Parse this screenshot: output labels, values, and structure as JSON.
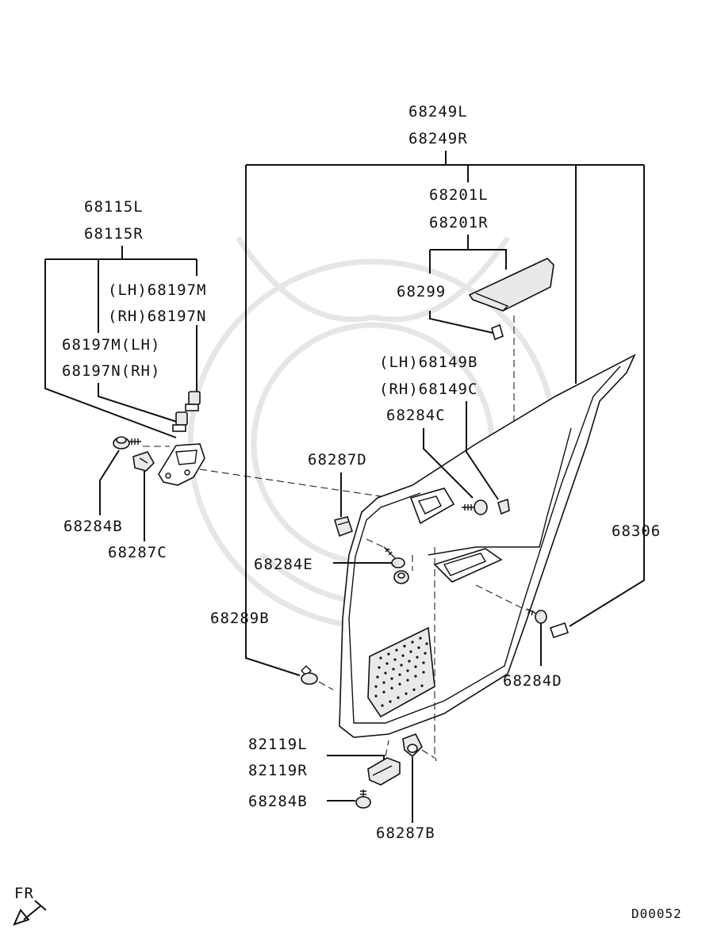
{
  "diagram": {
    "labels": {
      "p68249L": "68249L",
      "p68249R": "68249R",
      "p68201L": "68201L",
      "p68201R": "68201R",
      "p68299": "68299",
      "lh68149B": "(LH)68149B",
      "rh68149C": "(RH)68149C",
      "p68284C": "68284C",
      "p68287D": "68287D",
      "p68306": "68306",
      "p68284E": "68284E",
      "p68289B": "68289B",
      "p68284D": "68284D",
      "p82119L": "82119L",
      "p82119R": "82119R",
      "p68284B_bottom": "68284B",
      "p68287B": "68287B",
      "p68115L": "68115L",
      "p68115R": "68115R",
      "lh68197M": "(LH)68197M",
      "rh68197N": "(RH)68197N",
      "p68197M_lh": "68197M(LH)",
      "p68197N_rh": "68197N(RH)",
      "p68284B_left": "68284B",
      "p68287C": "68287C"
    },
    "direction_label": "FR",
    "diagram_code": "D00052"
  }
}
